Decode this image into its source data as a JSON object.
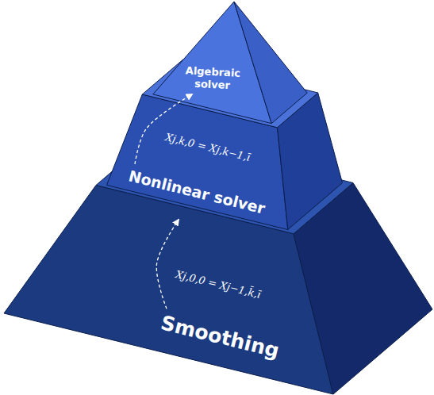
{
  "diagram": {
    "nodes": [
      {
        "text": [
          "Algebraic solver"
        ]
      },
      {
        "text": [
          "Nonlinear solver"
        ]
      },
      {
        "text": [
          "Smoothing"
        ]
      }
    ],
    "edges": [
      {
        "from": 2,
        "to": 1,
        "arrow": "to",
        "label": "Xj,0,0 = Xj−1,k̄,ī"
      },
      {
        "from": 1,
        "to": 0,
        "arrow": "to",
        "label": "Xj,k,0 = Xj,k−1,ī"
      }
    ]
  }
}
